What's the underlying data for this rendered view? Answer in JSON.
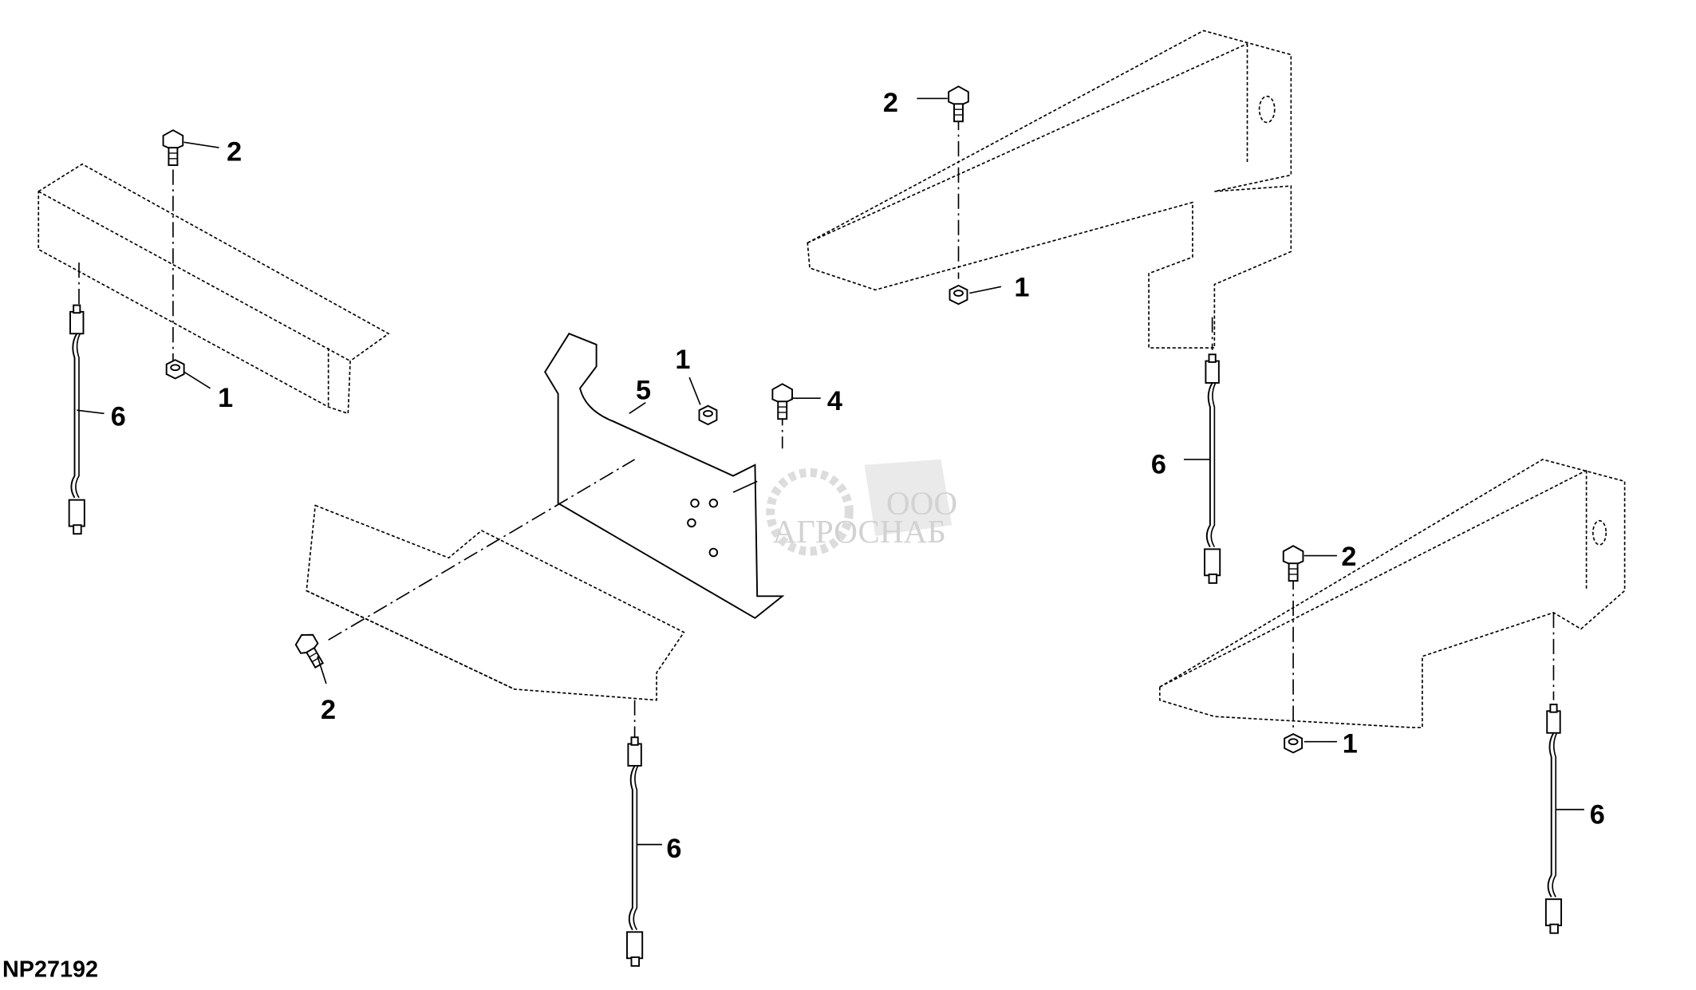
{
  "figure_id": "NP27192",
  "watermark": {
    "line1": "ООО",
    "line2": "АГРОСНАБ"
  },
  "callouts": {
    "left_bracket": {
      "bolt": "2",
      "nut": "1",
      "harness": "6"
    },
    "center_bracket": {
      "plate": "5",
      "nut": "1",
      "screw": "4",
      "bolt": "2",
      "harness": "6"
    },
    "top_right_frame": {
      "bolt": "2",
      "nut": "1",
      "harness": "6"
    },
    "bottom_right_frame": {
      "bolt": "2",
      "nut": "1",
      "harness": "6"
    }
  }
}
